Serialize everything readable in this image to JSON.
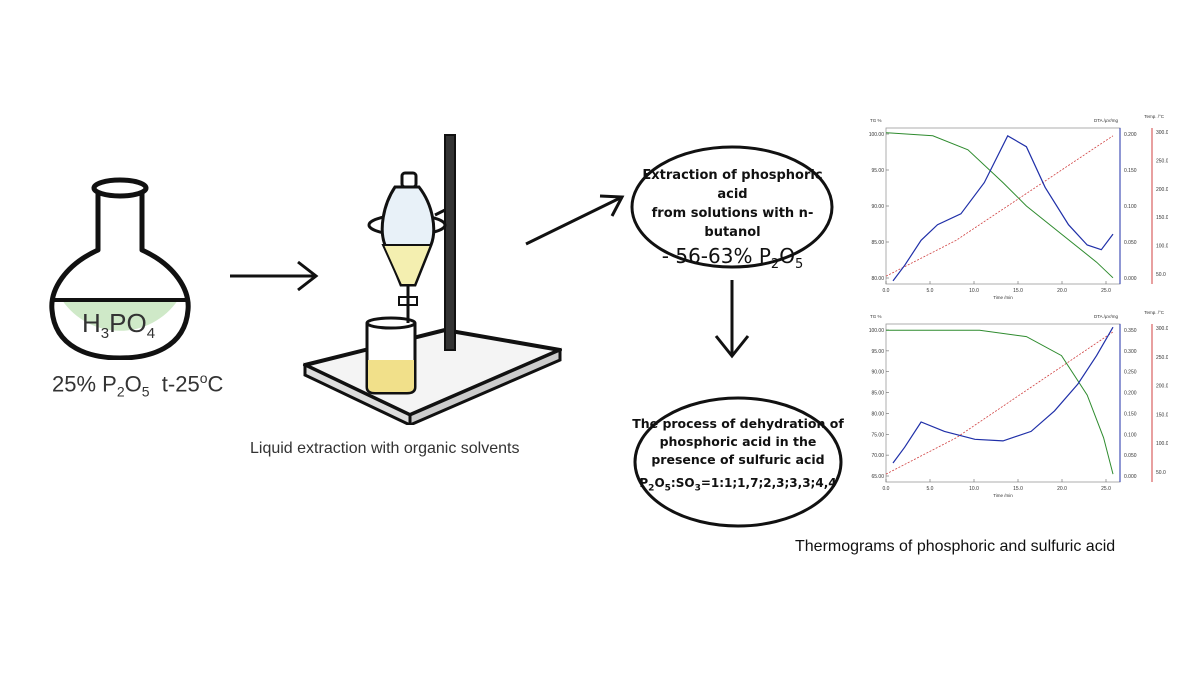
{
  "flask": {
    "formula_main": "H",
    "formula_sub1": "3",
    "formula_mid": "PO",
    "formula_sub2": "4",
    "conc_prefix": "25% P",
    "conc_sub1": "2",
    "conc_mid": "O",
    "conc_sub2": "5",
    "temp_text": "  t-25",
    "temp_sup": "o",
    "temp_unit": "C",
    "liquid_color": "#cfe9c8"
  },
  "apparatus": {
    "caption": "Liquid extraction with organic solvents",
    "extract_color": "#f4efb0"
  },
  "bubble_extraction": {
    "line1": "Extraction of phosphoric acid",
    "line2": "from solutions with n-butanol",
    "line3_prefix": "- 56-63% P",
    "line3_sub1": "2",
    "line3_mid": "O",
    "line3_sub2": "5"
  },
  "bubble_dehydration": {
    "line1": "The process of dehydration of",
    "line2": "phosphoric acid  in the",
    "line3": "presence of sulfuric acid",
    "ratio_p": "P",
    "ratio_p_sub": "2",
    "ratio_o": "O",
    "ratio_o_sub": "5",
    "ratio_so": ":SO",
    "ratio_so_sub": "3",
    "ratio_values": "=1:1;1,7;2,3;3,3;4,4"
  },
  "thermograms": {
    "caption": "Thermograms of phosphoric and sulfuric acid",
    "colors": {
      "tg": "#2e8b2e",
      "dta": "#1f2fa8",
      "temp": "#d04040"
    },
    "top": {
      "tg_label": "TG %",
      "dta_label": "DTA /µV/mg",
      "temp_label": "Temp. /°C",
      "xlabel": "Time /min",
      "x_ticks": [
        "0.0",
        "5.0",
        "10.0",
        "15.0",
        "20.0",
        "25.0"
      ],
      "tg_ticks": [
        "100.00",
        "95.00",
        "90.00",
        "85.00",
        "80.00"
      ],
      "dta_ticks": [
        "0.200",
        "0.150",
        "0.100",
        "0.050",
        "0.000"
      ],
      "temp_ticks": [
        "300.0",
        "250.0",
        "200.0",
        "150.0",
        "100.0",
        "50.0"
      ]
    },
    "bottom": {
      "tg_label": "TG %",
      "dta_label": "DTA /µV/mg",
      "temp_label": "Temp. /°C",
      "xlabel": "Time /min",
      "x_ticks": [
        "0.0",
        "5.0",
        "10.0",
        "15.0",
        "20.0",
        "25.0"
      ],
      "tg_ticks": [
        "100.00",
        "95.00",
        "90.00",
        "85.00",
        "80.00",
        "75.00",
        "70.00",
        "65.00"
      ],
      "dta_ticks": [
        "0.350",
        "0.300",
        "0.250",
        "0.200",
        "0.150",
        "0.100",
        "0.050",
        "0.000"
      ],
      "temp_ticks": [
        "300.0",
        "250.0",
        "200.0",
        "150.0",
        "100.0",
        "50.0"
      ]
    }
  }
}
